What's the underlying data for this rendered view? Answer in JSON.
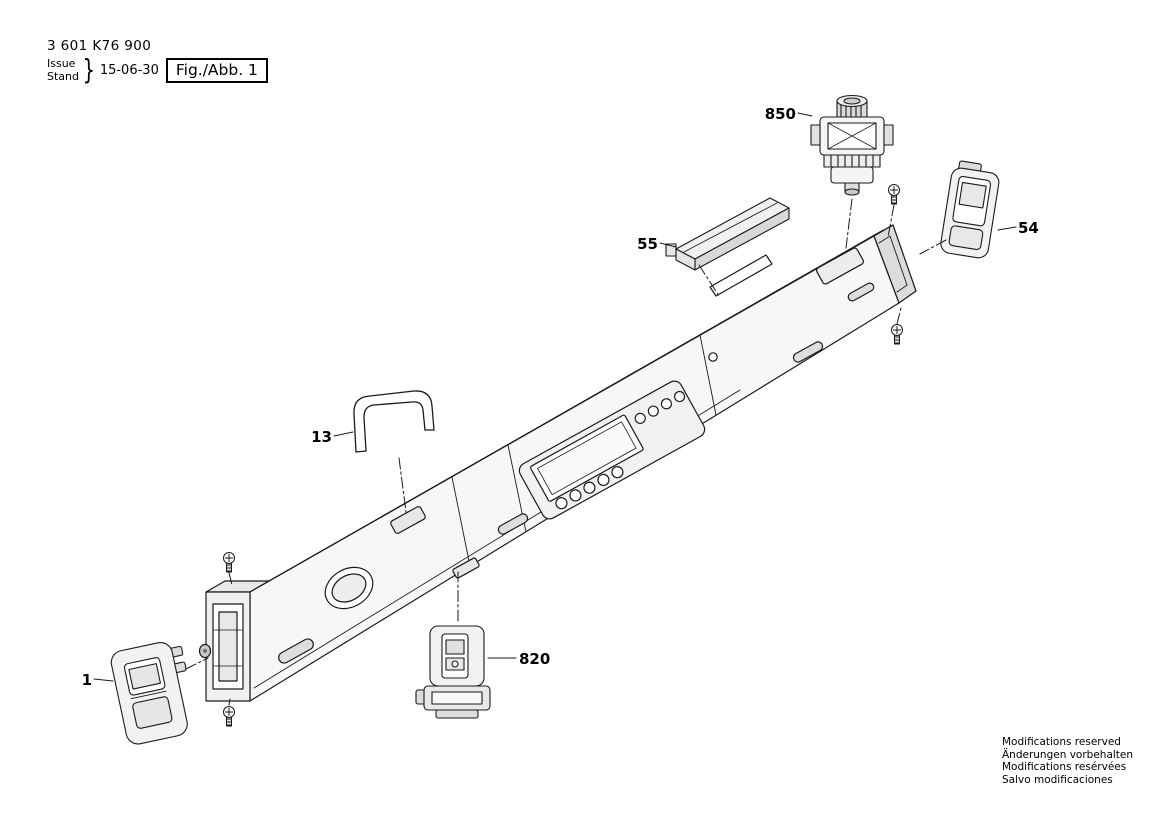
{
  "header": {
    "part_number": "3 601 K76 900",
    "issue_label": "Issue",
    "stand_label": "Stand",
    "brace": "}",
    "date": "15-06-30",
    "figure_label": "Fig./Abb. 1"
  },
  "parts": [
    {
      "id": "1"
    },
    {
      "id": "13"
    },
    {
      "id": "54"
    },
    {
      "id": "55"
    },
    {
      "id": "820"
    },
    {
      "id": "850"
    }
  ],
  "footer": {
    "notes": [
      "Modifications reserved",
      "Änderungen vorbehalten",
      "Modifications resérvées",
      "Salvo modificaciones"
    ]
  },
  "colors": {
    "line": "#1a1a1a",
    "background": "#ffffff"
  }
}
